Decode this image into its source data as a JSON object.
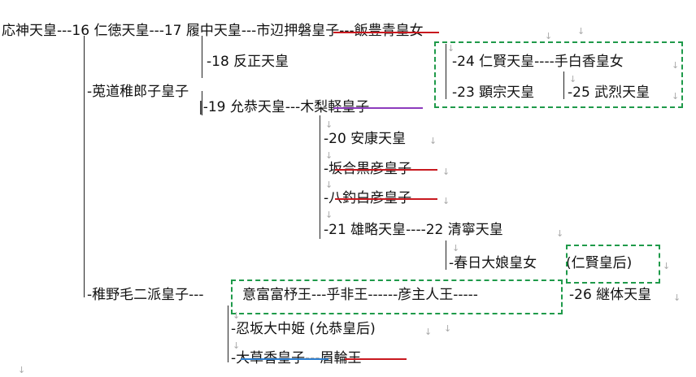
{
  "colors": {
    "strike_red": "#c8191f",
    "strike_purple": "#8c3bbd",
    "strike_blue": "#2e7fd0",
    "box_green": "#1f9a4a",
    "return_mark": "#a9a9a9"
  },
  "return_mark_icon": "return-arrow",
  "return_glyph": "↓",
  "lines": {
    "l1": "応神天皇---16 仁徳天皇---17 履中天皇---市辺押磐皇子---飯豊青皇女",
    "l2": "-18 反正天皇",
    "l2b": "-24 仁賢天皇----手白香皇女",
    "l3": "-莵道稚郎子皇子",
    "l4": "-23 顕宗天皇",
    "l4b": "-25 武烈天皇",
    "l5": "|-19 允恭天皇---木梨軽皇子",
    "l6": "-20 安康天皇",
    "l7": "-坂合黒彦皇子",
    "l8": "-八釣白彦皇子",
    "l9": "-21 雄略天皇----22 清寧天皇",
    "l10": "-春日大娘皇女",
    "l10b": "(仁賢皇后)",
    "l11a": "-稚野毛二派皇子---",
    "l11b": "意富富杼王---乎非王------彦主人王-----",
    "l11c": "-26 継体天皇",
    "l12": "-忍坂大中姫 (允恭皇后)",
    "l13": "-大草香皇子---眉輪王"
  }
}
